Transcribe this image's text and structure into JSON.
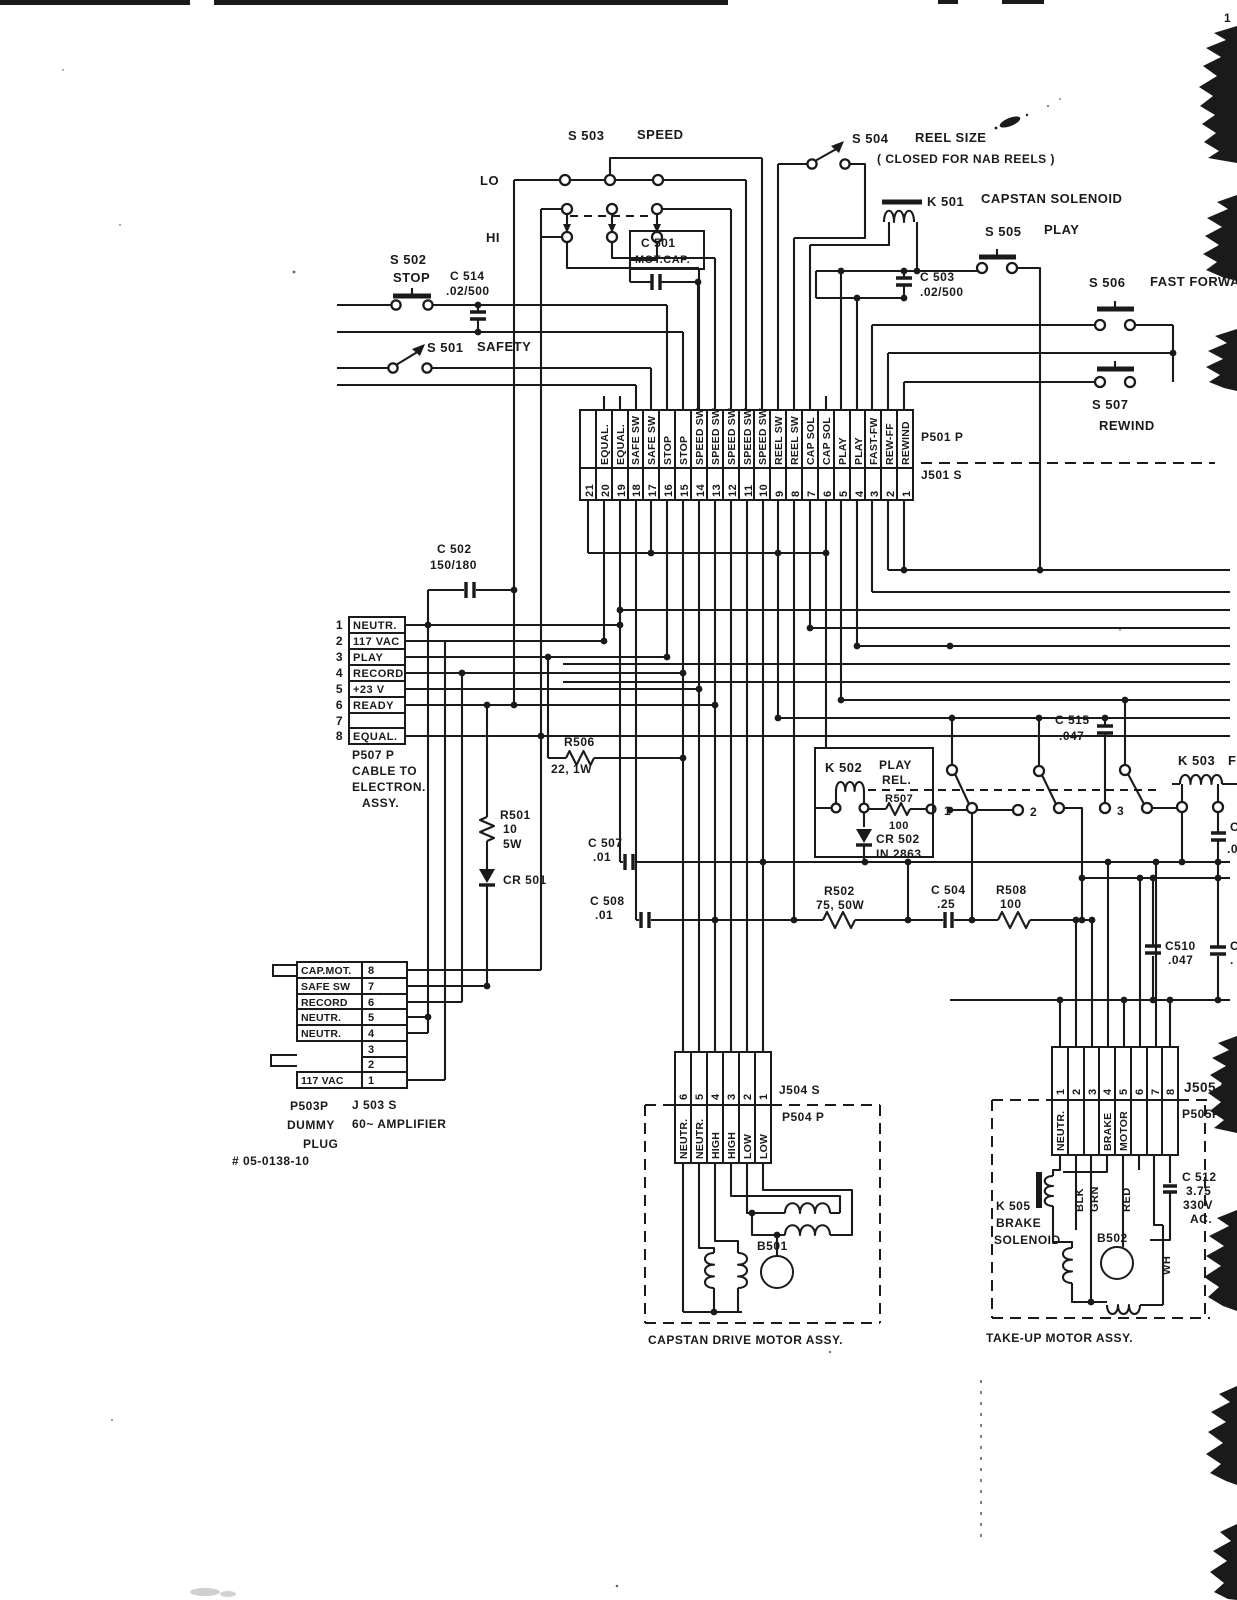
{
  "corner_mark": "1",
  "top": {
    "s503": "S 503",
    "s503_name": "SPEED",
    "lo": "LO",
    "hi": "HI",
    "c501": "C 501",
    "c501_name": "MOT.CAP.",
    "s504": "S 504",
    "s504_name": "REEL SIZE",
    "s504_note": "( CLOSED  FOR  NAB  REELS )",
    "k501": "K 501",
    "k501_name": "CAPSTAN  SOLENOID",
    "s505": "S 505",
    "s505_name": "PLAY",
    "c503": "C 503",
    "c503_val": ".02/500",
    "s506": "S 506",
    "s506_name": "FAST  FORWA",
    "s507": "S 507",
    "s507_name": "REWIND",
    "s502": "S 502",
    "s502_name": "STOP",
    "c514": "C 514",
    "c514_val": ".02/500",
    "s501": "S 501",
    "s501_name": "SAFETY"
  },
  "p501": {
    "plug": "P501 P",
    "jack": "J501 S",
    "pins": [
      {
        "n": "21",
        "l": ""
      },
      {
        "n": "20",
        "l": "EQUAL."
      },
      {
        "n": "19",
        "l": "EQUAL."
      },
      {
        "n": "18",
        "l": "SAFE SW"
      },
      {
        "n": "17",
        "l": "SAFE SW"
      },
      {
        "n": "16",
        "l": "STOP"
      },
      {
        "n": "15",
        "l": "STOP"
      },
      {
        "n": "14",
        "l": "SPEED SW"
      },
      {
        "n": "13",
        "l": "SPEED SW"
      },
      {
        "n": "12",
        "l": "SPEED SW"
      },
      {
        "n": "11",
        "l": "SPEED SW"
      },
      {
        "n": "10",
        "l": "SPEED SW"
      },
      {
        "n": "9",
        "l": "REEL SW"
      },
      {
        "n": "8",
        "l": "REEL SW"
      },
      {
        "n": "7",
        "l": "CAP SOL"
      },
      {
        "n": "6",
        "l": "CAP SOL"
      },
      {
        "n": "5",
        "l": "PLAY"
      },
      {
        "n": "4",
        "l": "PLAY"
      },
      {
        "n": "3",
        "l": "FAST-FW"
      },
      {
        "n": "2",
        "l": "REW-FF"
      },
      {
        "n": "1",
        "l": "REWIND"
      }
    ]
  },
  "p507": {
    "pins": [
      {
        "n": "1",
        "l": "NEUTR."
      },
      {
        "n": "2",
        "l": "117 VAC"
      },
      {
        "n": "3",
        "l": "PLAY"
      },
      {
        "n": "4",
        "l": "RECORD"
      },
      {
        "n": "5",
        "l": "+23 V"
      },
      {
        "n": "6",
        "l": "READY"
      },
      {
        "n": "7",
        "l": ""
      },
      {
        "n": "8",
        "l": "EQUAL."
      }
    ],
    "caption1": "P507 P",
    "caption2": "CABLE TO",
    "caption3": "ELECTRON.",
    "caption4": "ASSY."
  },
  "p503": {
    "pins": [
      {
        "n": "8",
        "l": "CAP.MOT."
      },
      {
        "n": "7",
        "l": "SAFE SW"
      },
      {
        "n": "6",
        "l": "RECORD"
      },
      {
        "n": "5",
        "l": "NEUTR."
      },
      {
        "n": "4",
        "l": "NEUTR."
      },
      {
        "n": "3",
        "l": ""
      },
      {
        "n": "2",
        "l": ""
      },
      {
        "n": "1",
        "l": "117 VAC"
      }
    ],
    "plug": "P503P",
    "jack": "J 503 S",
    "plug_name1": "DUMMY",
    "plug_name2": "PLUG",
    "jack_name": "60~ AMPLIFIER",
    "part_no": "# 05-0138-10"
  },
  "j504": {
    "jack": "J504 S",
    "plug": "P504 P",
    "pins": [
      {
        "n": "6",
        "l": "NEUTR."
      },
      {
        "n": "5",
        "l": "NEUTR."
      },
      {
        "n": "4",
        "l": "HIGH"
      },
      {
        "n": "3",
        "l": "HIGH"
      },
      {
        "n": "2",
        "l": "LOW"
      },
      {
        "n": "1",
        "l": "LOW"
      }
    ],
    "motor": "B501",
    "caption": "CAPSTAN  DRIVE  MOTOR  ASSY."
  },
  "j505": {
    "jack": "J505 S",
    "plug": "P505P",
    "pins": [
      {
        "n": "1",
        "l": "NEUTR."
      },
      {
        "n": "2",
        "l": ""
      },
      {
        "n": "3",
        "l": ""
      },
      {
        "n": "4",
        "l": "BRAKE"
      },
      {
        "n": "5",
        "l": "MOTOR"
      },
      {
        "n": "6",
        "l": ""
      },
      {
        "n": "7",
        "l": ""
      },
      {
        "n": "8",
        "l": ""
      }
    ],
    "wire_blk": "BLK",
    "wire_grn": "GRN",
    "wire_red": "RED",
    "wire_wh": "WH",
    "k505": "K 505",
    "k505_name1": "BRAKE",
    "k505_name2": "SOLENOID",
    "motor": "B502",
    "c512": "C 512",
    "c512_v1": "3.75",
    "c512_v2": "330V",
    "c512_v3": "AC.",
    "caption": "TAKE-UP  MOTOR  ASSY."
  },
  "mid": {
    "c502": "C 502",
    "c502_val": "150/180",
    "r506": "R506",
    "r506_val": "22, 1W",
    "r501": "R501",
    "r501_v1": "10",
    "r501_v2": "5W",
    "cr501": "CR 501",
    "c507": "C 507",
    "c507_val": ".01",
    "c508": "C 508",
    "c508_val": ".01",
    "k502": "K 502",
    "k502_name1": "PLAY",
    "k502_name2": "REL.",
    "r507": "R507",
    "r507_val": "100",
    "cr502": "CR 502",
    "cr502_val": "IN 2863",
    "contact1": "1",
    "contact2": "2",
    "contact3": "3",
    "c515": "C 515",
    "c515_val": ".047",
    "k503": "K 503",
    "k503_cut": "F",
    "r502": "R502",
    "r502_val": "75, 50W",
    "c504": "C 504",
    "c504_val": ".25",
    "r508": "R508",
    "r508_val": "100",
    "c510": "C510",
    "c510_val": ".047",
    "cut1": "C",
    "cut1_val": ".0",
    "cut2": "C",
    "cut2_val": "."
  }
}
